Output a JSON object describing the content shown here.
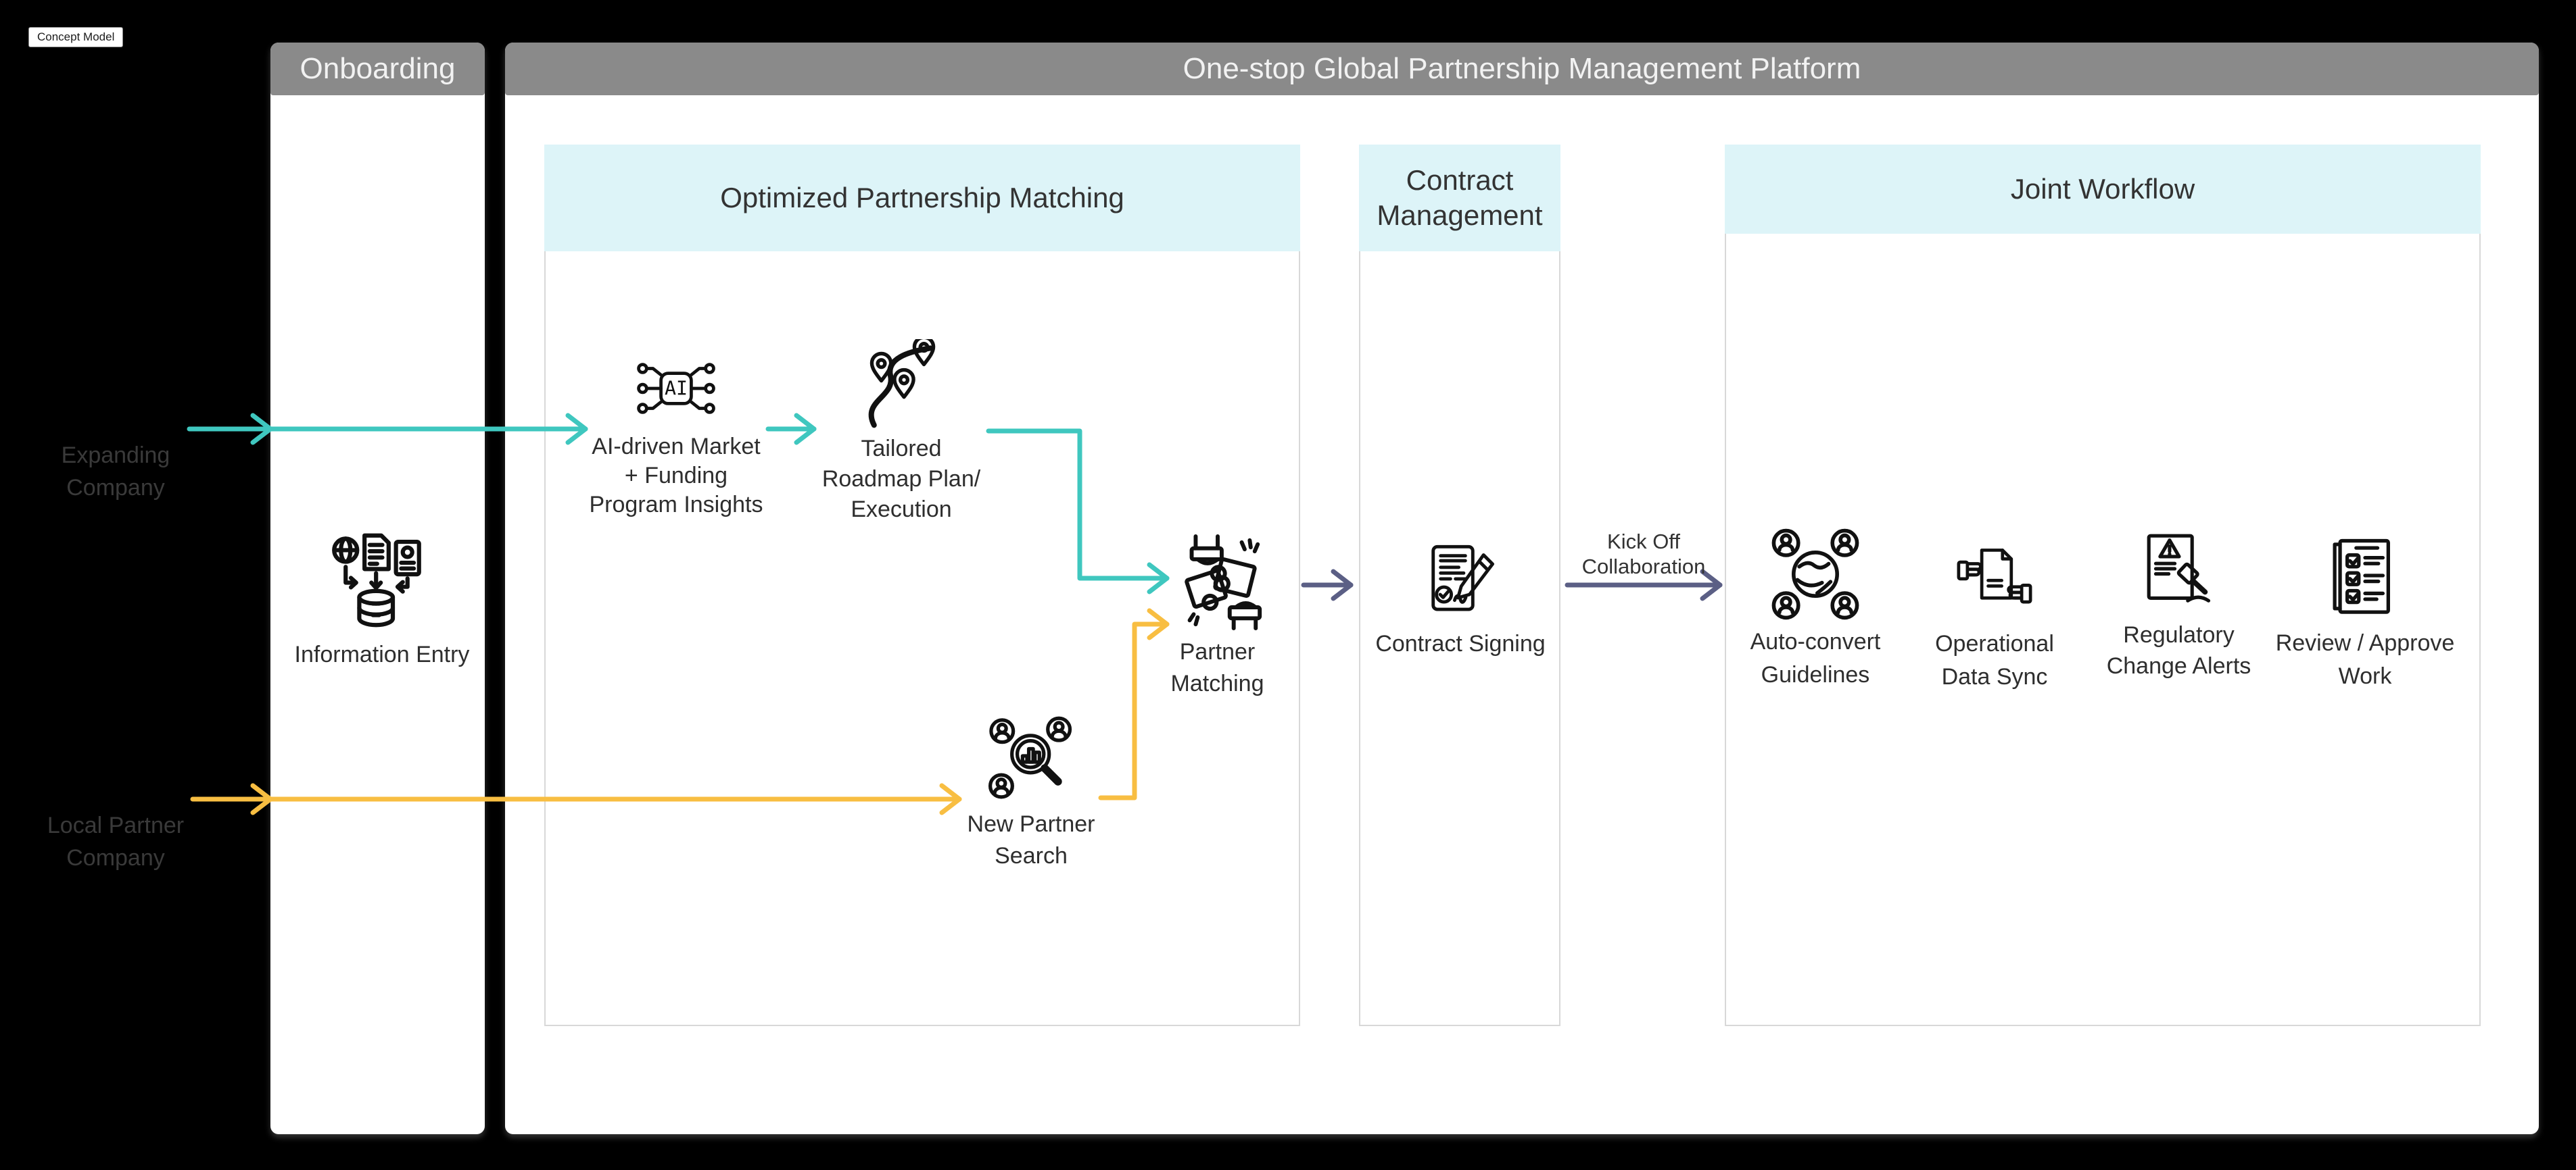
{
  "badge": {
    "label": "Concept Model"
  },
  "actors": {
    "expanding": {
      "lines": [
        "Expanding",
        "Company"
      ]
    },
    "local": {
      "lines": [
        "Local Partner",
        "Company"
      ]
    }
  },
  "onboarding": {
    "title": "Onboarding",
    "node": {
      "label": "Information Entry",
      "icon": "database-entry-icon"
    }
  },
  "platform": {
    "title": "One-stop Global Partnership Management Platform",
    "sections": {
      "matching": {
        "title": "Optimized Partnership Matching",
        "nodes": {
          "ai": {
            "lines": [
              "AI-driven Market",
              "+ Funding",
              "Program Insights"
            ],
            "icon": "ai-chip-icon"
          },
          "roadmap": {
            "lines": [
              "Tailored",
              "Roadmap Plan/",
              "Execution"
            ],
            "icon": "roadmap-pins-icon"
          },
          "partner_matching": {
            "lines": [
              "Partner",
              "Matching"
            ],
            "icon": "puzzle-hands-icon"
          },
          "new_partner_search": {
            "lines": [
              "New Partner",
              "Search"
            ],
            "icon": "search-people-icon"
          }
        }
      },
      "contract": {
        "title_lines": [
          "Contract",
          "Management"
        ],
        "nodes": {
          "signing": {
            "label": "Contract Signing",
            "icon": "signed-document-icon"
          }
        }
      },
      "joint": {
        "title": "Joint Workflow",
        "nodes": {
          "auto_convert": {
            "lines": [
              "Auto-convert",
              "Guidelines"
            ],
            "icon": "globe-people-icon"
          },
          "data_sync": {
            "lines": [
              "Operational",
              "Data Sync"
            ],
            "icon": "document-handoff-icon"
          },
          "regulatory": {
            "lines": [
              "Regulatory",
              "Change Alerts"
            ],
            "icon": "alert-gavel-icon"
          },
          "review": {
            "lines": [
              "Review / Approve",
              "Work"
            ],
            "icon": "checklist-icon"
          }
        }
      }
    }
  },
  "edges": {
    "kick_off": {
      "lines": [
        "Kick Off",
        "Collaboration"
      ]
    }
  },
  "colors": {
    "background": "#000000",
    "panel_header_gray": "#8A8A8A",
    "section_header_cyan": "#DDF4F8",
    "arrow_teal": "#3FC7BF",
    "arrow_yellow": "#F8BE42",
    "arrow_slate": "#5B5F85",
    "icon_stroke": "#111111",
    "label_text": "#2E2E2E",
    "actor_text": "#3A3A3A"
  }
}
